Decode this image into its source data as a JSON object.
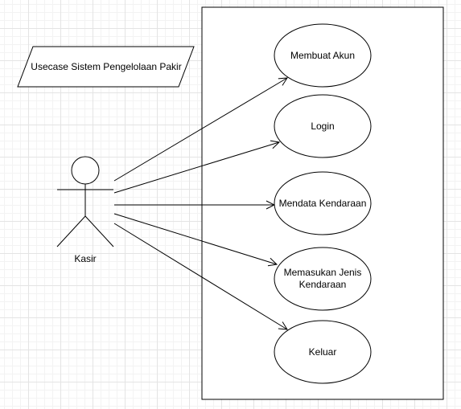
{
  "diagram": {
    "title": "Usecase Sistem Pengelolaan Pakir",
    "actor": {
      "name": "Kasir"
    },
    "use_cases": [
      {
        "id": "membuat-akun",
        "label": "Membuat Akun"
      },
      {
        "id": "login",
        "label": "Login"
      },
      {
        "id": "mendata-kendaraan",
        "label": "Mendata Kendaraan"
      },
      {
        "id": "memasukan-jenis-kendaraan",
        "label": "Memasukan Jenis Kendaraan"
      },
      {
        "id": "keluar",
        "label": "Keluar"
      }
    ],
    "associations": [
      {
        "from": "Kasir",
        "to": "Membuat Akun"
      },
      {
        "from": "Kasir",
        "to": "Login"
      },
      {
        "from": "Kasir",
        "to": "Mendata Kendaraan"
      },
      {
        "from": "Kasir",
        "to": "Memasukan Jenis Kendaraan"
      },
      {
        "from": "Kasir",
        "to": "Keluar"
      }
    ]
  }
}
